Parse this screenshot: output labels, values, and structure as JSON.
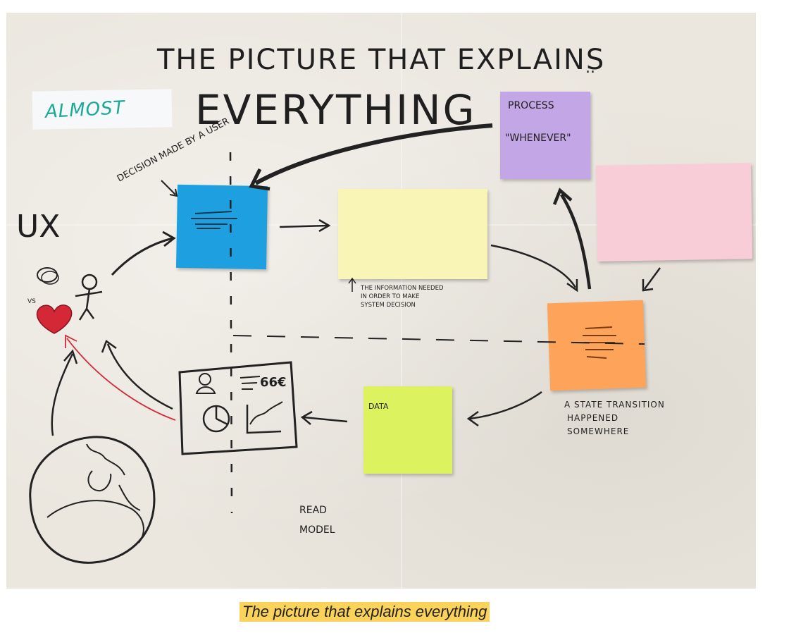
{
  "diagram": {
    "title_line1": "THE PICTURE THAT EXPLAINS",
    "title_line2": "EVERYTHING",
    "almost_label": "ALMOST",
    "decision_label": "DECISION MADE BY A USER",
    "ux_label": "UX",
    "vs_label": "VS",
    "information_note": "THE INFORMATION NEEDED IN ORDER TO MAKE SYSTEM DECISION",
    "process_label": "PROCESS",
    "whenever_label": "\"WHENEVER\"",
    "data_label": "DATA",
    "state_transition_label": "A STATE TRANSITION HAPPENED SOMEWHERE",
    "read_model_label": "READ MODEL",
    "dashboard_value": "66€",
    "colors": {
      "blue_note": "#1e9fe0",
      "yellow_note": "#f8f5b6",
      "purple_note": "#c3a6e6",
      "pink_note": "#f8cdd8",
      "orange_note": "#fda45a",
      "green_note": "#dcf35f",
      "almost_ink": "#1aa89a",
      "heart": "#d42837"
    }
  },
  "caption": "The picture that explains everything"
}
